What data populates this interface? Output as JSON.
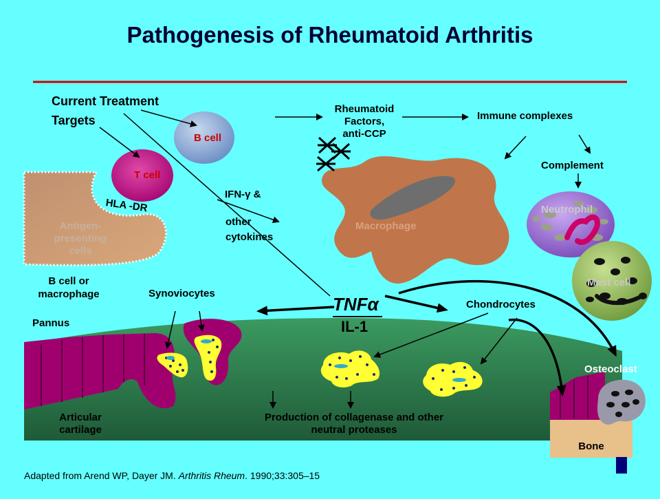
{
  "title": "Pathogenesis of Rheumatoid Arthritis",
  "labels": {
    "current_treatment": "Current Treatment",
    "targets": "Targets",
    "b_cell": "B cell",
    "t_cell": "T cell",
    "hla_dr": "HLA -DR",
    "apc_line1": "Antigen-",
    "apc_line2": "presenting",
    "apc_line3": "cells",
    "rf_line1": "Rheumatoid",
    "rf_line2": "Factors,",
    "rf_line3": "anti-CCP",
    "immune_complexes": "Immune complexes",
    "complement": "Complement",
    "ifn_prefix": "IFN-",
    "ifn_symbol": "γ",
    "ifn_suffix": " &",
    "other": "other",
    "cytokines": "cytokines",
    "macrophage": "Macrophage",
    "neutrophil": "Neutrophil",
    "mast_cell": "Mast cell",
    "bcell_macro_line1": "B cell or",
    "bcell_macro_line2": "macrophage",
    "synoviocytes": "Synoviocytes",
    "tnf_text": "TNF",
    "tnf_symbol": "α",
    "il1": "IL-1",
    "chondrocytes": "Chondrocytes",
    "pannus": "Pannus",
    "osteoclast": "Osteoclast",
    "articular_line1": "Articular",
    "articular_line2": "cartilage",
    "production_line1": "Production of collagenase and other",
    "production_line2": "neutral proteases",
    "bone": "Bone"
  },
  "citation": {
    "prefix": "Adapted from Arend WP, Dayer JM. ",
    "journal": "Arthritis Rheum",
    "suffix": ". 1990;33:305–15"
  },
  "colors": {
    "background": "#66ffff",
    "title_rule": "#cc0000",
    "cartilage": "#2e7d4f",
    "pannus": "#a0006e",
    "chondrocyte": "#ffff33",
    "macrophage": "#c0764a",
    "apc": "#c8956a",
    "t_cell": "#c71585",
    "b_cell": "#7f9fcf",
    "neutrophil": "#9966cc",
    "mast_cell": "#99bb66",
    "bone": "#e8c08a",
    "osteoclast": "#9999aa"
  }
}
